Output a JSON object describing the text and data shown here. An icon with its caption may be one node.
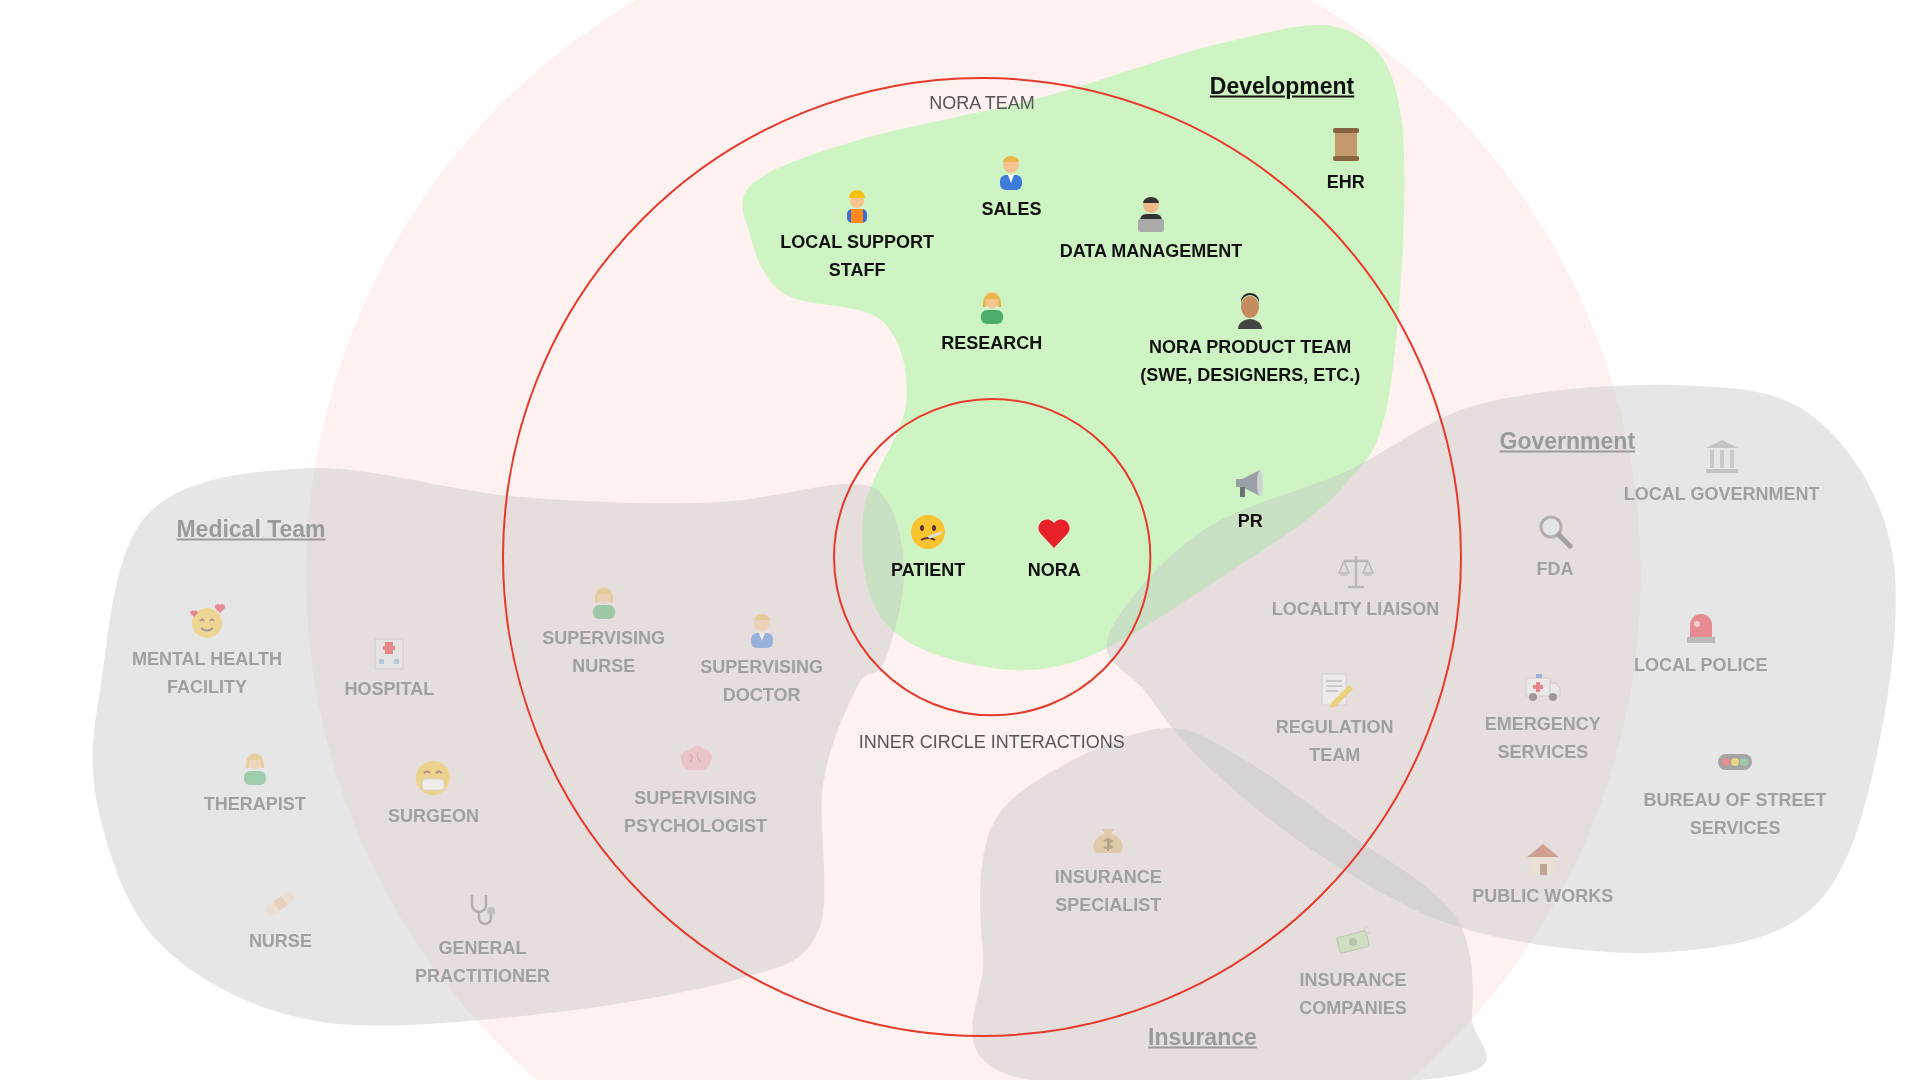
{
  "diagram": {
    "nodes": [
      {
        "text": [
          "NORA TEAM"
        ]
      },
      {
        "text": [
          "Development"
        ]
      },
      {
        "text": [
          "LOCAL SUPPORT STAFF"
        ],
        "in": 1
      },
      {
        "text": [
          "SALES"
        ],
        "in": 1
      },
      {
        "text": [
          "DATA MANAGEMENT"
        ],
        "in": 1
      },
      {
        "text": [
          "EHR"
        ],
        "in": 1
      },
      {
        "text": [
          "RESEARCH"
        ],
        "in": 1
      },
      {
        "text": [
          "NORA PRODUCT TEAM (SWE, DESIGNERS, ETC.)"
        ],
        "in": 1
      },
      {
        "text": [
          "PR"
        ],
        "in": 1
      },
      {
        "text": [
          "INNER CIRCLE INTERACTIONS"
        ],
        "in": 0
      },
      {
        "text": [
          "PATIENT"
        ],
        "in": 9
      },
      {
        "text": [
          "NORA"
        ],
        "in": 9
      },
      {
        "text": [
          "Medical Team"
        ]
      },
      {
        "text": [
          "MENTAL HEALTH FACILITY"
        ],
        "in": 12
      },
      {
        "text": [
          "HOSPITAL"
        ],
        "in": 12
      },
      {
        "text": [
          "SUPERVISING NURSE"
        ]
      },
      {
        "text": [
          "SUPERVISING DOCTOR"
        ]
      },
      {
        "text": [
          "THERAPIST"
        ],
        "in": 12
      },
      {
        "text": [
          "SURGEON"
        ],
        "in": 12
      },
      {
        "text": [
          "SUPERVISING PSYCHOLOGIST"
        ]
      },
      {
        "text": [
          "NURSE"
        ],
        "in": 12
      },
      {
        "text": [
          "GENERAL PRACTITIONER"
        ],
        "in": 12
      },
      {
        "text": [
          "Government"
        ]
      },
      {
        "text": [
          "LOCAL GOVERNMENT"
        ],
        "in": 22
      },
      {
        "text": [
          "FDA"
        ],
        "in": 22
      },
      {
        "text": [
          "LOCALITY LIAISON"
        ]
      },
      {
        "text": [
          "LOCAL POLICE"
        ],
        "in": 22
      },
      {
        "text": [
          "EMERGENCY SERVICES"
        ],
        "in": 22
      },
      {
        "text": [
          "REGULATION TEAM"
        ]
      },
      {
        "text": [
          "BUREAU OF STREET SERVICES"
        ],
        "in": 22
      },
      {
        "text": [
          "PUBLIC WORKS"
        ],
        "in": 22
      },
      {
        "text": [
          "Insurance"
        ]
      },
      {
        "text": [
          "INSURANCE SPECIALIST"
        ],
        "in": 31
      },
      {
        "text": [
          "INSURANCE COMPANIES"
        ],
        "in": 31
      }
    ]
  }
}
